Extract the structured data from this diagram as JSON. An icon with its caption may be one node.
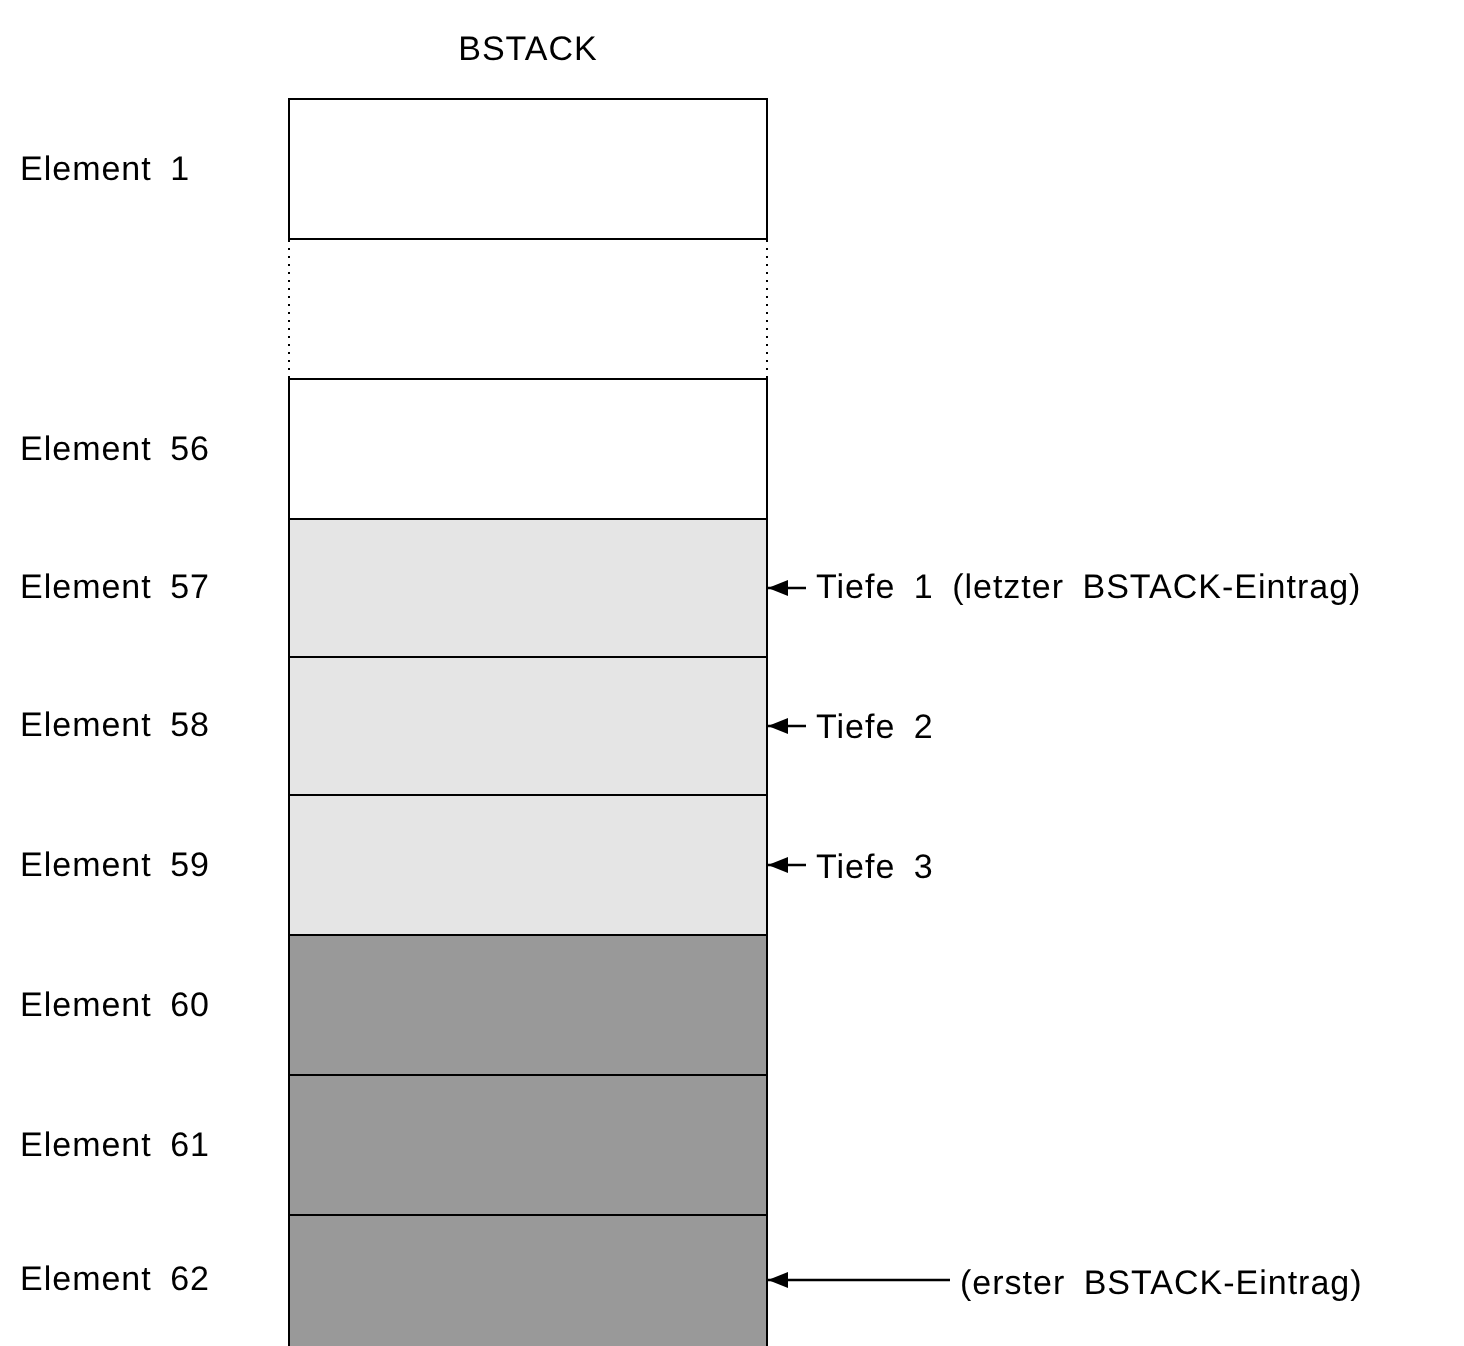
{
  "diagram": {
    "title": "BSTACK",
    "nodes": [
      {
        "text": [],
        "shape": "box",
        "beside": [
          "Element 1"
        ]
      },
      {
        "text": [],
        "shape": "box",
        "beside": [
          "Element 56"
        ]
      },
      {
        "text": [],
        "shape": "box",
        "beside": [
          "Element 57"
        ]
      },
      {
        "text": [],
        "shape": "box",
        "beside": [
          "Element 58"
        ]
      },
      {
        "text": [],
        "shape": "box",
        "beside": [
          "Element 59"
        ]
      },
      {
        "text": [],
        "shape": "box",
        "beside": [
          "Element 60"
        ]
      },
      {
        "text": [],
        "shape": "box",
        "beside": [
          "Element 61"
        ]
      },
      {
        "text": [],
        "shape": "box",
        "beside": [
          "Element 62"
        ]
      },
      {
        "text": [
          "Tiefe 1 (letzter BSTACK-Eintrag)"
        ]
      },
      {
        "text": [
          "Tiefe 2"
        ]
      },
      {
        "text": [
          "Tiefe 3"
        ]
      },
      {
        "text": [
          "(erster BSTACK-Eintrag)"
        ]
      }
    ],
    "edges": [
      {
        "from": 8,
        "to": 2,
        "arrow": "to"
      },
      {
        "from": 9,
        "to": 3,
        "arrow": "to"
      },
      {
        "from": 10,
        "to": 4,
        "arrow": "to"
      },
      {
        "from": 11,
        "to": 7,
        "arrow": "to"
      }
    ]
  }
}
